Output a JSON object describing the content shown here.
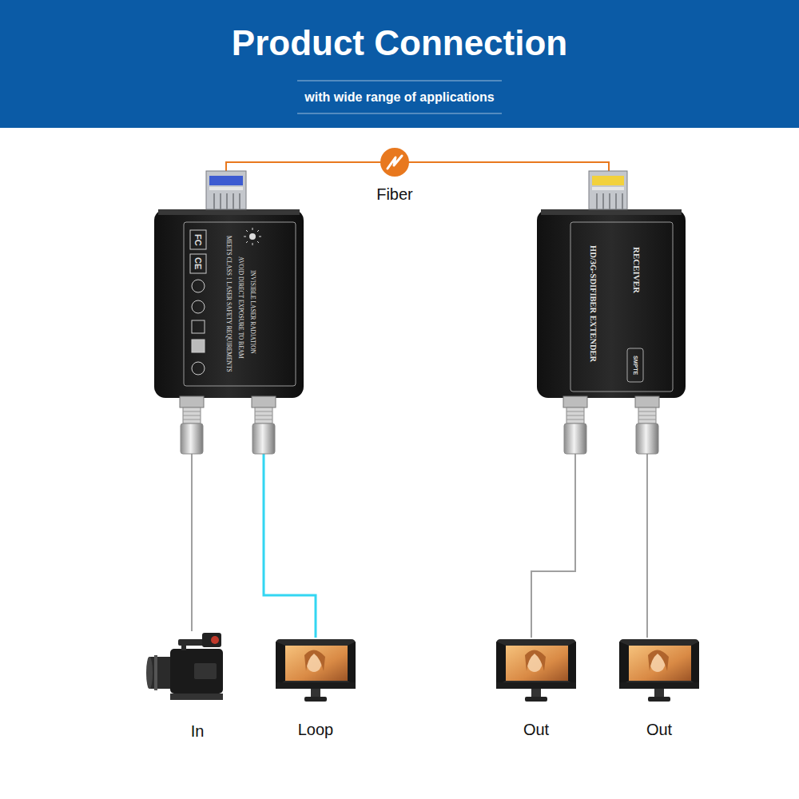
{
  "diagram": {
    "title": "Product Connection",
    "nodes": [
      {
        "text": [
          "INVISIBLE LASER RADIATION",
          "AVOID DIRECT EXPOSURE TO BEAM",
          "MEETS CLASS 1 LASER SAFETY REQUIREMENTS",
          "FC",
          "CE"
        ]
      },
      {
        "text": [
          "HD/3G-SDIFIBER EXTENDER",
          "RECEIVER",
          "SMPTE"
        ]
      },
      {
        "text": [
          "In"
        ]
      },
      {
        "text": [
          "Loop"
        ]
      },
      {
        "text": [
          "Out"
        ]
      },
      {
        "text": [
          "Out"
        ]
      }
    ],
    "edges": [
      {
        "from": 0,
        "to": 1,
        "label": "Fiber",
        "arrow": "none"
      },
      {
        "from": 2,
        "to": 0,
        "arrow": "none"
      },
      {
        "from": 0,
        "to": 3,
        "arrow": "none"
      },
      {
        "from": 1,
        "to": 4,
        "arrow": "none"
      },
      {
        "from": 1,
        "to": 5,
        "arrow": "none"
      }
    ],
    "labels": [
      "with wide range of applications"
    ]
  }
}
